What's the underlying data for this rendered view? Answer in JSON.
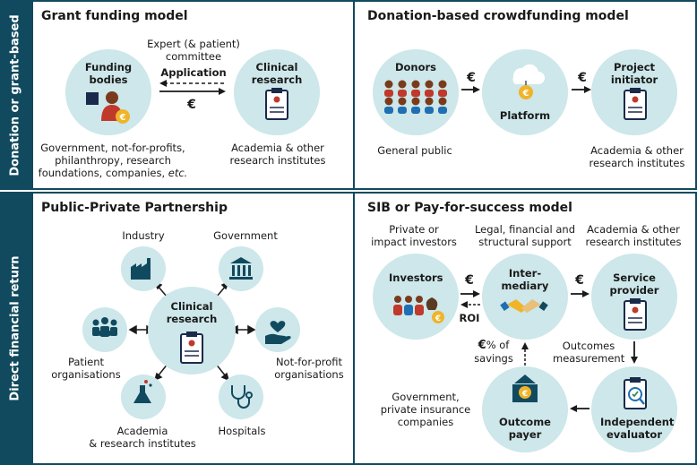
{
  "side_labels": {
    "top": "Donation or grant-based",
    "bottom": "Direct financial return"
  },
  "grant": {
    "title": "Grant funding model",
    "funding_bodies": "Funding\nbodies",
    "committee": "Expert (& patient)\ncommittee",
    "application": "Application",
    "euro": "€",
    "clinical_research": "Clinical\nresearch",
    "left_caption_1": "Government, not-for-profits,",
    "left_caption_2": "philanthropy, research",
    "left_caption_3_prefix": "foundations, companies, ",
    "left_caption_3_etc": "etc.",
    "right_caption": "Academia & other\nresearch institutes"
  },
  "crowd": {
    "title": "Donation-based crowdfunding model",
    "donors": "Donors",
    "platform": "Platform",
    "project_initiator": "Project\ninitiator",
    "euro_1": "€",
    "euro_2": "€",
    "general_public": "General public",
    "right_caption": "Academia & other\nresearch institutes"
  },
  "ppp": {
    "title": "Public-Private Partnership",
    "center": "Clinical\nresearch",
    "industry": "Industry",
    "government": "Government",
    "patient_orgs": "Patient\norganisations",
    "not_for_profit": "Not-for-profit\norganisations",
    "academia": "Academia\n& research institutes",
    "hospitals": "Hospitals"
  },
  "sib": {
    "title": "SIB or Pay-for-success model",
    "investors_caption": "Private or\nimpact investors",
    "intermediary_caption": "Legal, financial and\nstructural support",
    "provider_caption": "Academia & other\nresearch institutes",
    "investors": "Investors",
    "intermediary": "Inter-\nmediary",
    "service_provider": "Service\nprovider",
    "euro_1": "€",
    "roi": "ROI",
    "euro_2": "€",
    "pct_savings_euro": "€",
    "pct_savings": "% of\nsavings",
    "outcomes_measurement": "Outcomes\nmeasurement",
    "government_caption": "Government,\nprivate insurance\ncompanies",
    "outcome_payer": "Outcome\npayer",
    "independent_evaluator": "Independent\nevaluator"
  },
  "colors": {
    "navy": "#114a5e",
    "circle_fill": "#cde7ea",
    "gold": "#f0b429",
    "red_person": "#c0392b"
  }
}
